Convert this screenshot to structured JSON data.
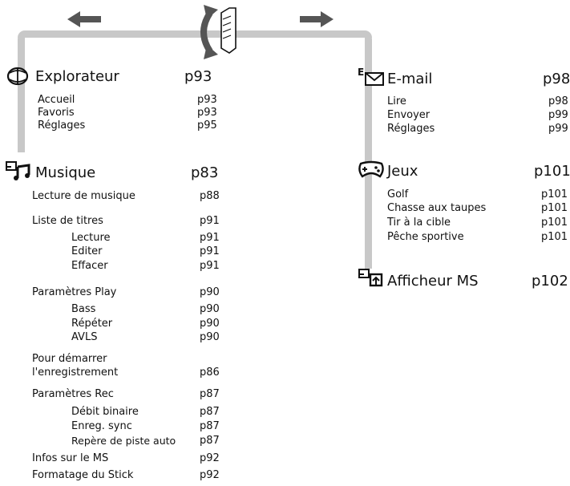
{
  "nav": {
    "left_arrow_icon": "arrow-left-icon",
    "right_arrow_icon": "arrow-right-icon",
    "jog_icon": "jog-dial-icon"
  },
  "explorateur": {
    "title": "Explorateur",
    "page": "p93",
    "items": [
      {
        "label": "Accueil",
        "page": "p93"
      },
      {
        "label": "Favoris",
        "page": "p93"
      },
      {
        "label": "Réglages",
        "page": "p95"
      }
    ]
  },
  "musique": {
    "title": "Musique",
    "page": "p83",
    "items": [
      {
        "label": "Lecture de musique",
        "page": "p88"
      },
      {
        "label": "Liste de titres",
        "page": "p91"
      },
      {
        "label": "Lecture",
        "page": "p91"
      },
      {
        "label": "Editer",
        "page": "p91"
      },
      {
        "label": "Effacer",
        "page": "p91"
      },
      {
        "label": "Paramètres Play",
        "page": "p90"
      },
      {
        "label": "Bass",
        "page": "p90"
      },
      {
        "label": "Répéter",
        "page": "p90"
      },
      {
        "label": "AVLS",
        "page": "p90"
      },
      {
        "label": "Pour démarrer",
        "page": ""
      },
      {
        "label": "l'enregistrement",
        "page": "p86"
      },
      {
        "label": "Paramètres Rec",
        "page": "p87"
      },
      {
        "label": "Débit binaire",
        "page": "p87"
      },
      {
        "label": "Enreg. sync",
        "page": "p87"
      },
      {
        "label": "Repère de piste auto",
        "page": "p87"
      },
      {
        "label": "Infos sur le MS",
        "page": "p92"
      },
      {
        "label": "Formatage du Stick",
        "page": "p92"
      }
    ]
  },
  "email": {
    "title": "E-mail",
    "page": "p98",
    "items": [
      {
        "label": "Lire",
        "page": "p98"
      },
      {
        "label": "Envoyer",
        "page": "p99"
      },
      {
        "label": "Réglages",
        "page": "p99"
      }
    ]
  },
  "jeux": {
    "title": "Jeux",
    "page": "p101",
    "items": [
      {
        "label": "Golf",
        "page": "p101"
      },
      {
        "label": "Chasse aux taupes",
        "page": "p101"
      },
      {
        "label": "Tir à la cible",
        "page": "p101"
      },
      {
        "label": "Pêche sportive",
        "page": "p101"
      }
    ]
  },
  "afficheur": {
    "title": "Afficheur MS",
    "page": "p102"
  },
  "colors": {
    "connector": "#c8c8c8",
    "arrow": "#555555",
    "text": "#111111"
  }
}
